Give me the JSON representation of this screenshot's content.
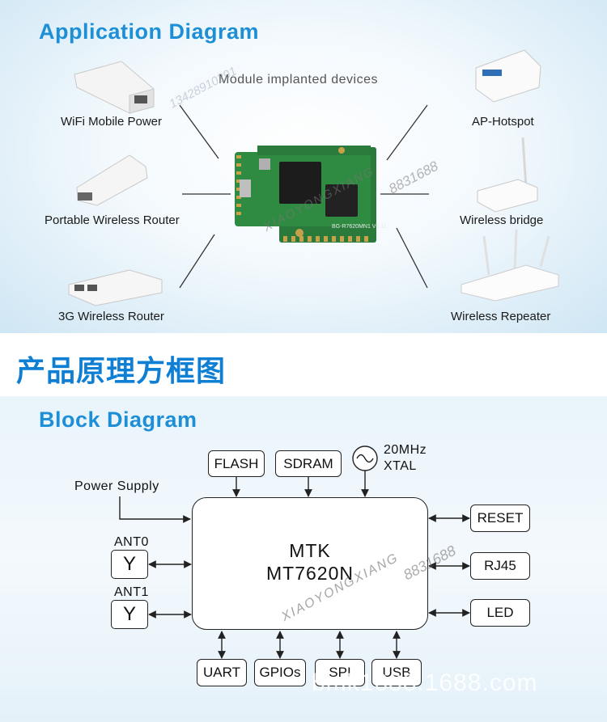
{
  "application": {
    "title": "Application Diagram",
    "caption": "Module implanted devices",
    "devices_left": [
      "WiFi Mobile Power",
      "Portable Wireless Router",
      "3G Wireless Router"
    ],
    "devices_right": [
      "AP-Hotspot",
      "Wireless bridge",
      "Wireless Repeater"
    ],
    "pcb_marking": "BG-R7620MN1 V6.11"
  },
  "chinese_title": "产品原理方框图",
  "block": {
    "title": "Block Diagram",
    "top_blocks": [
      "FLASH",
      "SDRAM"
    ],
    "oscillator": {
      "freq": "20MHz",
      "name": "XTAL"
    },
    "power": "Power Supply",
    "chip": {
      "vendor": "MTK",
      "model": "MT7620N"
    },
    "antennas": [
      {
        "label": "ANT0",
        "symbol": "Y"
      },
      {
        "label": "ANT1",
        "symbol": "Y"
      }
    ],
    "right_blocks": [
      "RESET",
      "RJ45",
      "LED"
    ],
    "bottom_blocks": [
      "UART",
      "GPIOs",
      "SPI",
      "USB"
    ]
  },
  "watermarks": [
    "13428910291",
    "XIAOYONGXIANG",
    "8831688",
    "bmk1688.1688.com"
  ]
}
